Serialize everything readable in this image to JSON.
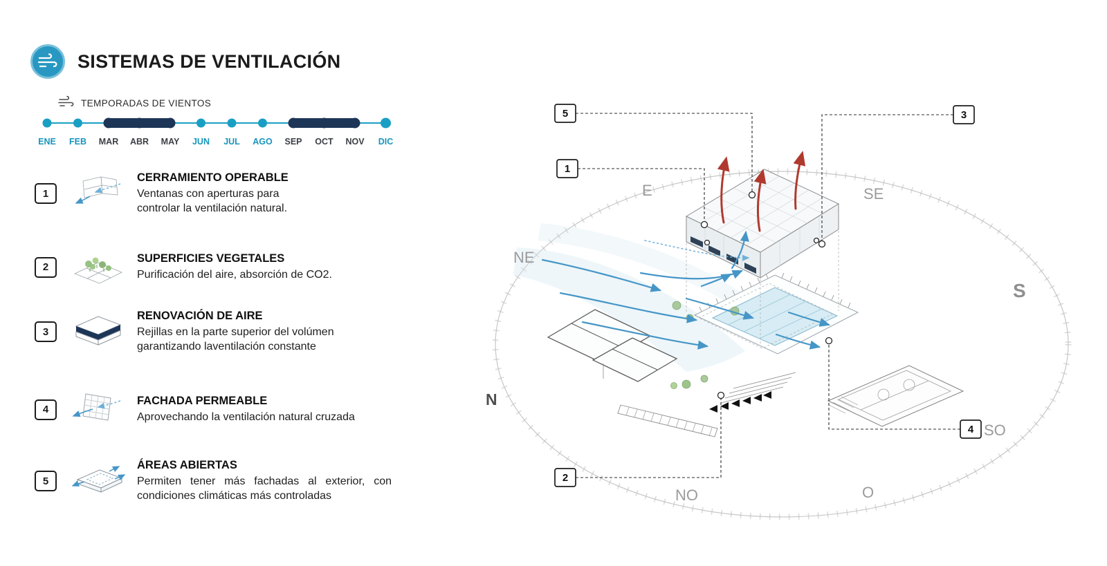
{
  "header": {
    "title": "SISTEMAS DE VENTILACIÓN"
  },
  "seasons": {
    "label": "TEMPORADAS DE VIENTOS",
    "months": [
      {
        "label": "ENE",
        "windy": false
      },
      {
        "label": "FEB",
        "windy": false
      },
      {
        "label": "MAR",
        "windy": true
      },
      {
        "label": "ABR",
        "windy": true
      },
      {
        "label": "MAY",
        "windy": true
      },
      {
        "label": "JUN",
        "windy": false
      },
      {
        "label": "JUL",
        "windy": false
      },
      {
        "label": "AGO",
        "windy": false
      },
      {
        "label": "SEP",
        "windy": true
      },
      {
        "label": "OCT",
        "windy": true
      },
      {
        "label": "NOV",
        "windy": true
      },
      {
        "label": "DIC",
        "windy": false
      }
    ]
  },
  "legend_items": [
    {
      "num": "1",
      "title": "CERRAMIENTO OPERABLE",
      "desc": "Ventanas con aperturas para controlar la ventilación natural."
    },
    {
      "num": "2",
      "title": "SUPERFICIES VEGETALES",
      "desc": "Purificación del aire, absorción de CO2."
    },
    {
      "num": "3",
      "title": "RENOVACIÓN DE AIRE",
      "desc": "Rejillas en la parte superior del volúmen garantizando laventilación constante"
    },
    {
      "num": "4",
      "title": "FACHADA PERMEABLE",
      "desc": "Aprovechando la ventilación natural cruzada"
    },
    {
      "num": "5",
      "title": "ÁREAS ABIERTAS",
      "desc": "Permiten tener más fachadas al exterior, con condiciones climáticas más controladas"
    }
  ],
  "diagram": {
    "compass": {
      "n": "N",
      "ne": "NE",
      "e": "E",
      "se": "SE",
      "s": "S",
      "so": "SO",
      "o": "O",
      "no": "NO"
    },
    "callouts": {
      "c1": "1",
      "c2": "2",
      "c3": "3",
      "c4": "4",
      "c5": "5"
    }
  },
  "colors": {
    "accent_teal": "#2898c2",
    "season_navy": "#1d3557",
    "wind_arrow_blue": "#4596c7",
    "exhaust_red": "#b03a2e"
  }
}
